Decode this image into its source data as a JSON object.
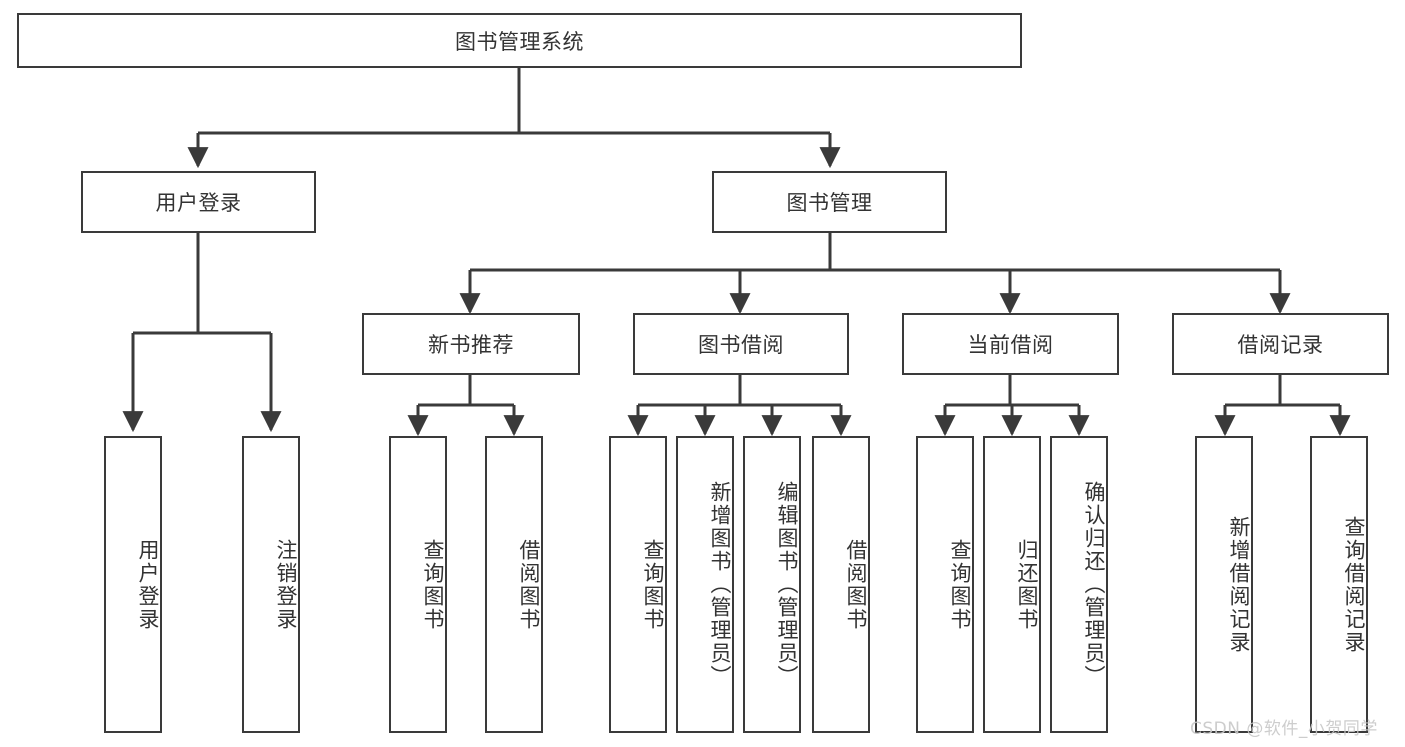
{
  "diagram": {
    "type": "tree-hierarchy",
    "title": "图书管理系统",
    "root": {
      "id": "root",
      "label": "图书管理系统"
    },
    "level1": [
      {
        "id": "user-login",
        "label": "用户登录"
      },
      {
        "id": "book-manage",
        "label": "图书管理"
      }
    ],
    "level2": [
      {
        "id": "new-book-recommend",
        "label": "新书推荐",
        "parent": "book-manage"
      },
      {
        "id": "book-borrow",
        "label": "图书借阅",
        "parent": "book-manage"
      },
      {
        "id": "current-borrow",
        "label": "当前借阅",
        "parent": "book-manage"
      },
      {
        "id": "borrow-record",
        "label": "借阅记录",
        "parent": "book-manage"
      }
    ],
    "leaves": {
      "user_login": [
        {
          "id": "leaf-user-login",
          "label": "用户登录"
        },
        {
          "id": "leaf-user-logout",
          "label": "注销登录"
        }
      ],
      "new_book_recommend": [
        {
          "id": "leaf-query-book-1",
          "label": "查询图书"
        },
        {
          "id": "leaf-borrow-book-1",
          "label": "借阅图书"
        }
      ],
      "book_borrow": [
        {
          "id": "leaf-query-book-2",
          "label": "查询图书"
        },
        {
          "id": "leaf-add-book",
          "label": "新增图书（管理员）"
        },
        {
          "id": "leaf-edit-book",
          "label": "编辑图书（管理员）"
        },
        {
          "id": "leaf-borrow-book-2",
          "label": "借阅图书"
        }
      ],
      "current_borrow": [
        {
          "id": "leaf-query-book-3",
          "label": "查询图书"
        },
        {
          "id": "leaf-return-book",
          "label": "归还图书"
        },
        {
          "id": "leaf-confirm-return",
          "label": "确认归还（管理员）"
        }
      ],
      "borrow_record": [
        {
          "id": "leaf-add-record",
          "label": "新增借阅记录"
        },
        {
          "id": "leaf-query-record",
          "label": "查询借阅记录"
        }
      ]
    },
    "colors": {
      "border": "#3a3a3a",
      "text": "#333333",
      "background": "#ffffff",
      "connector": "#3a3a3a",
      "watermark": "#c8c8c8"
    }
  },
  "watermark": {
    "text": "CSDN @软件_小贺同学"
  }
}
